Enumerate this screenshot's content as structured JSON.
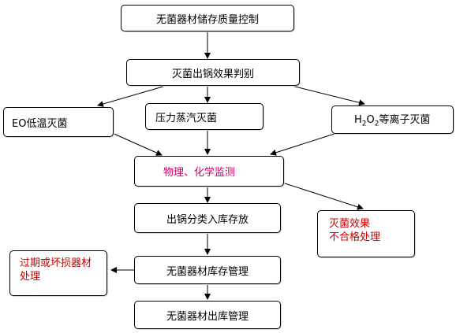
{
  "nodes": {
    "storage_control": "无菌器材储存质量控制",
    "sterilization_judgement": "灭菌出锅效果判别",
    "eo": "EO低温灭菌",
    "steam": "压力蒸汽灭菌",
    "h2o2": {
      "prefix": "H",
      "sub1": "2",
      "mid": "O",
      "sub2": "2",
      "suffix": "等离子灭菌"
    },
    "monitoring": "物理、化学监测",
    "sorting_storage": "出锅分类入库存放",
    "unqualified": {
      "line1": "灭菌效果",
      "line2": "不合格处理"
    },
    "expired": {
      "line1": "过期或坏损器材",
      "line2": "处理"
    },
    "inventory_mgmt": "无菌器材库存管理",
    "outbound_mgmt": "无菌器材出库管理"
  },
  "colors": {
    "line": "#000000",
    "red_text": "#cc0000",
    "pink_text": "#cc0066"
  }
}
